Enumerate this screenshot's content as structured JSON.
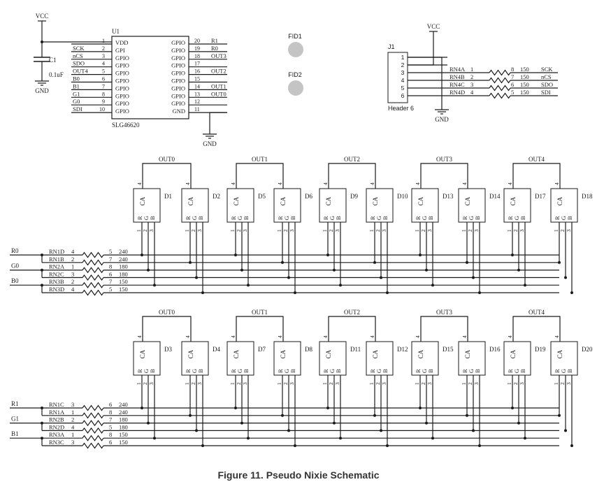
{
  "caption": "Figure 11. Pseudo Nixie Schematic",
  "power": {
    "vcc": "VCC",
    "gnd": "GND"
  },
  "cap": {
    "ref": "C1",
    "value": "0.1uF"
  },
  "u1": {
    "ref": "U1",
    "part": "SLG46620",
    "left": [
      {
        "n": "1",
        "name": "VDD",
        "net": ""
      },
      {
        "n": "2",
        "name": "GPI",
        "net": "SCK"
      },
      {
        "n": "3",
        "name": "GPIO",
        "net": "nCS"
      },
      {
        "n": "4",
        "name": "GPIO",
        "net": "SDO"
      },
      {
        "n": "5",
        "name": "GPIO",
        "net": "OUT4"
      },
      {
        "n": "6",
        "name": "GPIO",
        "net": "B0"
      },
      {
        "n": "7",
        "name": "GPIO",
        "net": "B1"
      },
      {
        "n": "8",
        "name": "GPIO",
        "net": "G1"
      },
      {
        "n": "9",
        "name": "GPIO",
        "net": "G0"
      },
      {
        "n": "10",
        "name": "GPIO",
        "net": "SDI"
      }
    ],
    "right": [
      {
        "n": "20",
        "name": "GPIO",
        "net": "R1"
      },
      {
        "n": "19",
        "name": "GPIO",
        "net": "R0"
      },
      {
        "n": "18",
        "name": "GPIO",
        "net": "OUT3"
      },
      {
        "n": "17",
        "name": "GPIO",
        "net": ""
      },
      {
        "n": "16",
        "name": "GPIO",
        "net": "OUT2"
      },
      {
        "n": "15",
        "name": "GPIO",
        "net": ""
      },
      {
        "n": "14",
        "name": "GPIO",
        "net": "OUT1"
      },
      {
        "n": "13",
        "name": "GPIO",
        "net": "OUT0"
      },
      {
        "n": "12",
        "name": "GPIO",
        "net": ""
      },
      {
        "n": "11",
        "name": "GND",
        "net": ""
      }
    ]
  },
  "fiducials": [
    "FID1",
    "FID2"
  ],
  "header": {
    "ref": "J1",
    "label": "Header 6",
    "pins": [
      "1",
      "2",
      "3",
      "4",
      "5",
      "6"
    ]
  },
  "header_res": [
    {
      "ref": "RN4A",
      "a": "1",
      "b": "8",
      "val": "150",
      "net": "SCK"
    },
    {
      "ref": "RN4B",
      "a": "2",
      "b": "7",
      "val": "150",
      "net": "nCS"
    },
    {
      "ref": "RN4C",
      "a": "3",
      "b": "6",
      "val": "150",
      "net": "SDO"
    },
    {
      "ref": "RN4D",
      "a": "4",
      "b": "5",
      "val": "150",
      "net": "SDI"
    }
  ],
  "rows": [
    {
      "leds": [
        "D1",
        "D2",
        "D5",
        "D6",
        "D9",
        "D10",
        "D13",
        "D14",
        "D17",
        "D18"
      ],
      "nets": [
        {
          "net": "R0",
          "ref": "RN1D",
          "a": "4",
          "b": "5",
          "val": "240"
        },
        {
          "net": "",
          "ref": "RN1B",
          "a": "2",
          "b": "7",
          "val": "240"
        },
        {
          "net": "G0",
          "ref": "RN2A",
          "a": "1",
          "b": "8",
          "val": "180"
        },
        {
          "net": "",
          "ref": "RN2C",
          "a": "3",
          "b": "6",
          "val": "180"
        },
        {
          "net": "B0",
          "ref": "RN3B",
          "a": "2",
          "b": "7",
          "val": "150"
        },
        {
          "net": "",
          "ref": "RN3D",
          "a": "4",
          "b": "5",
          "val": "150"
        }
      ]
    },
    {
      "leds": [
        "D3",
        "D4",
        "D7",
        "D8",
        "D11",
        "D12",
        "D15",
        "D16",
        "D19",
        "D20"
      ],
      "nets": [
        {
          "net": "R1",
          "ref": "RN1C",
          "a": "3",
          "b": "6",
          "val": "240"
        },
        {
          "net": "",
          "ref": "RN1A",
          "a": "1",
          "b": "8",
          "val": "240"
        },
        {
          "net": "G1",
          "ref": "RN2B",
          "a": "2",
          "b": "7",
          "val": "180"
        },
        {
          "net": "",
          "ref": "RN2D",
          "a": "4",
          "b": "5",
          "val": "180"
        },
        {
          "net": "B1",
          "ref": "RN3A",
          "a": "1",
          "b": "8",
          "val": "150"
        },
        {
          "net": "",
          "ref": "RN3C",
          "a": "3",
          "b": "6",
          "val": "150"
        }
      ]
    }
  ],
  "outs": [
    "OUT0",
    "OUT1",
    "OUT2",
    "OUT3",
    "OUT4"
  ],
  "led_pins": {
    "ca": "CA",
    "anode_num": "4",
    "r": "R",
    "g": "G",
    "b": "B",
    "nums": [
      "1",
      "2",
      "3"
    ]
  }
}
